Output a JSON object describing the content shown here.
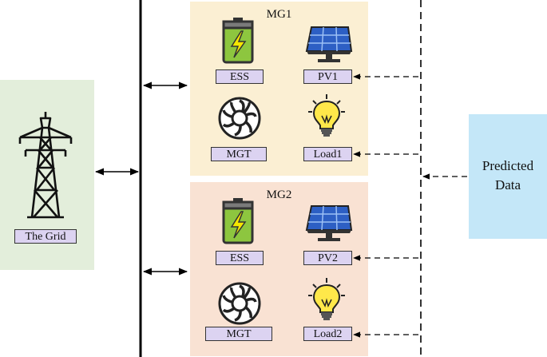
{
  "grid": {
    "label": "The Grid"
  },
  "mg1": {
    "title": "MG1",
    "ess": "ESS",
    "pv": "PV1",
    "mgt": "MGT",
    "load": "Load1"
  },
  "mg2": {
    "title": "MG2",
    "ess": "ESS",
    "pv": "PV2",
    "mgt": "MGT",
    "load": "Load2"
  },
  "predicted": {
    "line1": "Predicted",
    "line2": "Data"
  },
  "colors": {
    "grid_bg": "#e3eedb",
    "mg1_bg": "#fbefd3",
    "mg2_bg": "#f9e2d3",
    "predicted_bg": "#c4e7f8",
    "label_bg": "#dcd3f1",
    "battery_green": "#8dc63f",
    "bolt_yellow": "#f5e600",
    "panel_blue": "#2d5fc4",
    "bulb_yellow": "#ffe84a"
  },
  "icons": [
    "transmission-tower-icon",
    "battery-icon",
    "solar-panel-icon",
    "turbine-icon",
    "light-bulb-icon"
  ]
}
